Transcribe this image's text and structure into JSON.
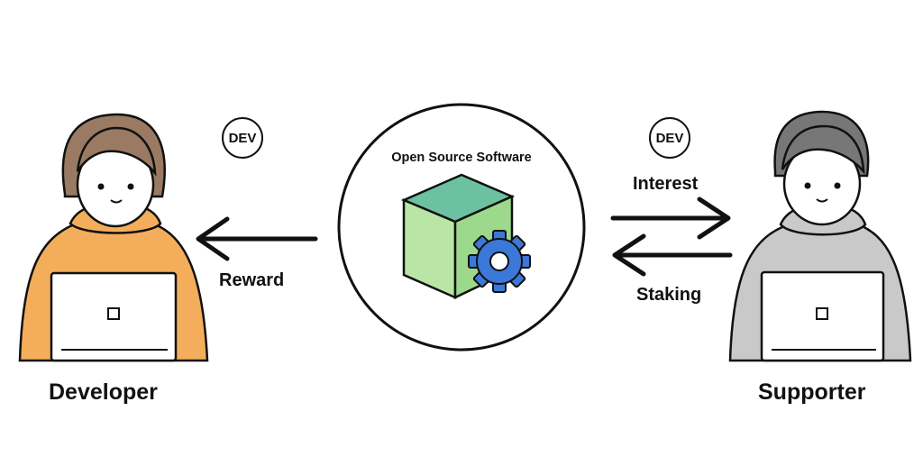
{
  "center": {
    "title": "Open Source Software"
  },
  "developer": {
    "label": "Developer",
    "coin": "DEV",
    "hoodie_color": "#F4AE5B",
    "hair_color": "#9A7A62"
  },
  "supporter": {
    "label": "Supporter",
    "coin": "DEV",
    "hoodie_color": "#C9C9C9",
    "hair_color": "#777777"
  },
  "edges": {
    "reward": "Reward",
    "interest": "Interest",
    "staking": "Staking"
  },
  "icons": {
    "software": "cube-with-gear-icon",
    "gear_color": "#3B78D8",
    "cube_top": "#6CC2A0",
    "cube_side": "#B9E6A6"
  }
}
